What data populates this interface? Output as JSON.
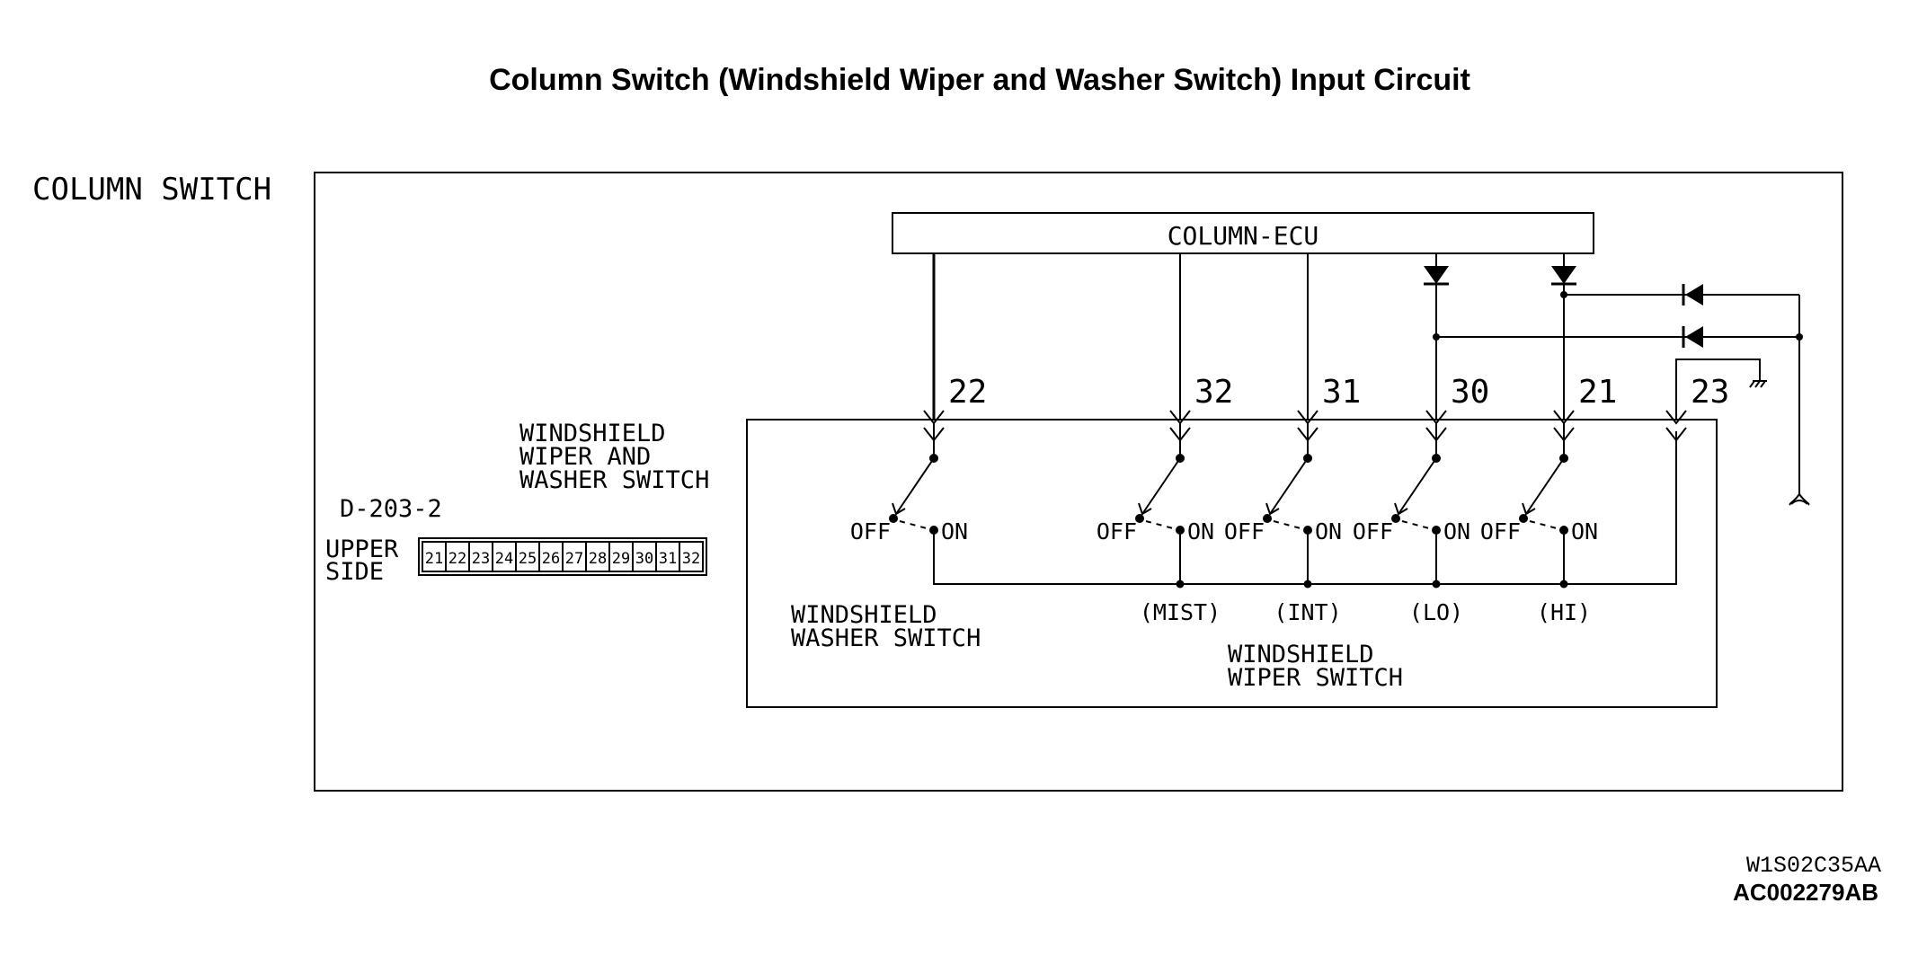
{
  "title": "Column Switch (Windshield Wiper and Washer Switch) Input Circuit",
  "outer_label": "COLUMN SWITCH",
  "ecu_label": "COLUMN-ECU",
  "switch_group_label": [
    "WINDSHIELD",
    "WIPER AND",
    "WASHER SWITCH"
  ],
  "connector": {
    "id": "D-203-2",
    "side_label": [
      "UPPER",
      "SIDE"
    ],
    "pins": [
      "21",
      "22",
      "23",
      "24",
      "25",
      "26",
      "27",
      "28",
      "29",
      "30",
      "31",
      "32"
    ]
  },
  "terminals": [
    "22",
    "32",
    "31",
    "30",
    "21",
    "23"
  ],
  "switch_state_labels": {
    "off": "OFF",
    "on": "ON"
  },
  "wiper_modes": [
    "(MIST)",
    "(INT)",
    "(LO)",
    "(HI)"
  ],
  "washer_switch_label": [
    "WINDSHIELD",
    "WASHER SWITCH"
  ],
  "wiper_switch_label": [
    "WINDSHIELD",
    "WIPER SWITCH"
  ],
  "footer": {
    "code1": "W1S02C35AA",
    "code2": "AC002279AB"
  }
}
